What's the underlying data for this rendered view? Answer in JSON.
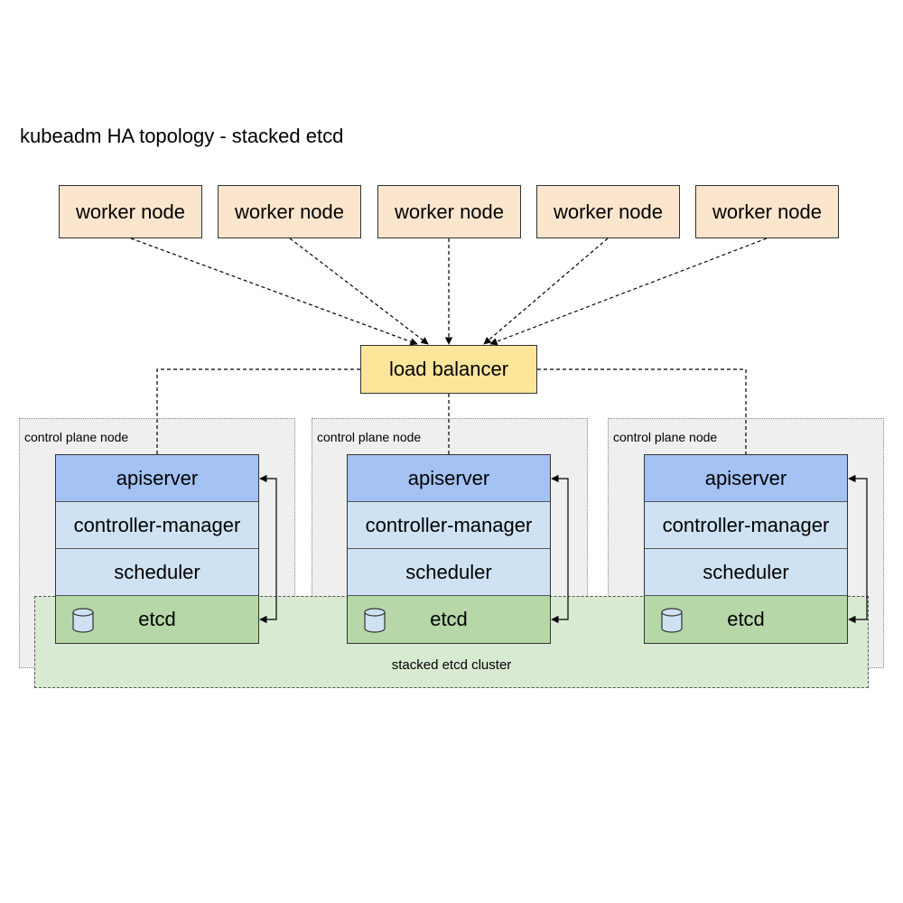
{
  "title": "kubeadm HA topology - stacked etcd",
  "workers": [
    "worker node",
    "worker node",
    "worker node",
    "worker node",
    "worker node"
  ],
  "load_balancer": "load balancer",
  "control_plane_nodes": [
    {
      "label": "control plane node",
      "apiserver": "apiserver",
      "controller_manager": "controller-manager",
      "scheduler": "scheduler",
      "etcd": "etcd"
    },
    {
      "label": "control plane node",
      "apiserver": "apiserver",
      "controller_manager": "controller-manager",
      "scheduler": "scheduler",
      "etcd": "etcd"
    },
    {
      "label": "control plane node",
      "apiserver": "apiserver",
      "controller_manager": "controller-manager",
      "scheduler": "scheduler",
      "etcd": "etcd"
    }
  ],
  "etcd_cluster_label": "stacked etcd cluster",
  "colors": {
    "worker": "#fce5cd",
    "load_balancer": "#ffe599",
    "apiserver": "#a4c2f4",
    "component": "#cfe2f3",
    "etcd": "#b6d7a8",
    "etcd_cluster": "#d9ead3",
    "control_plane_bg": "#efefef"
  },
  "icons": {
    "etcd": "database-icon"
  }
}
